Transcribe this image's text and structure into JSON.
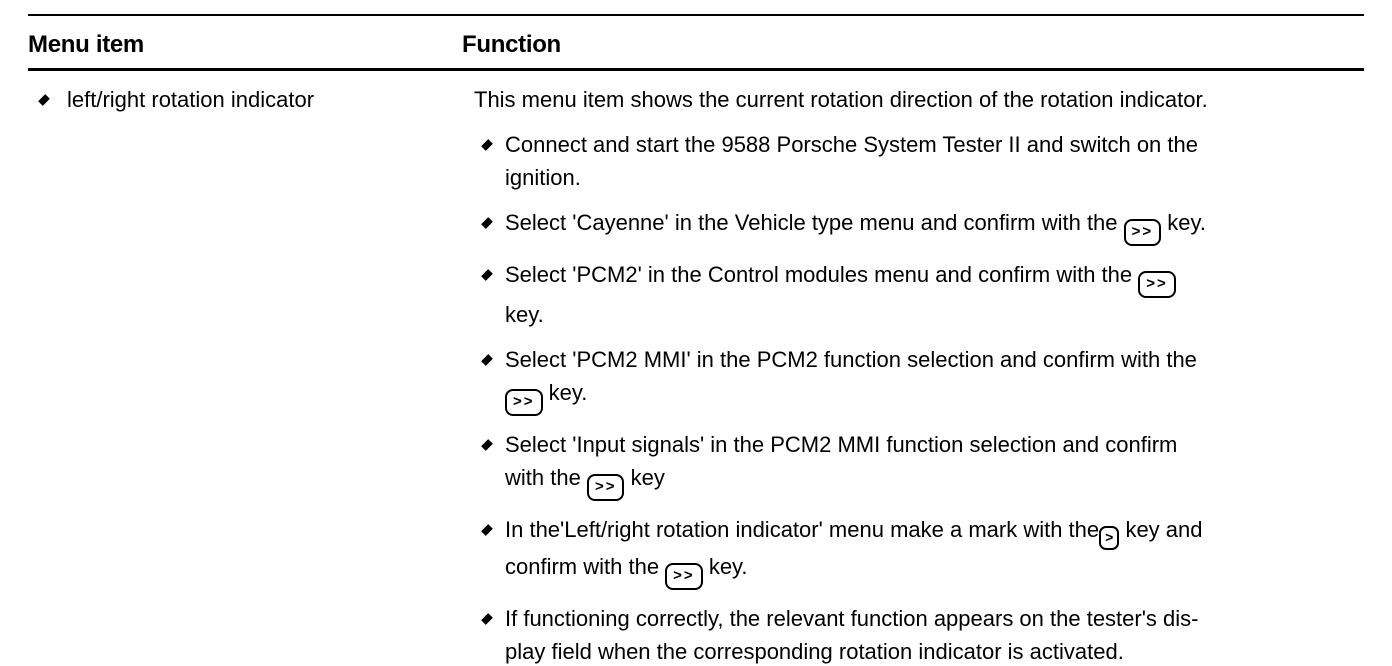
{
  "document": {
    "colors": {
      "background": "#ffffff",
      "text": "#000000",
      "rule": "#000000"
    },
    "header": {
      "col1": "Menu item",
      "col2": "Function"
    },
    "menu_item": {
      "label": "left/right rotation indicator"
    },
    "function": {
      "intro": "This menu item shows the current rotation direction of the rotation indicator.",
      "steps": [
        {
          "lines": [
            [
              {
                "t": "Connect and start the 9588 Porsche System Tester II and switch on the"
              }
            ],
            [
              {
                "t": "ignition."
              }
            ]
          ]
        },
        {
          "lines": [
            [
              {
                "t": "Select 'Cayenne' in the Vehicle type menu and confirm with the "
              },
              {
                "key": ">>"
              },
              {
                "t": " key."
              }
            ]
          ]
        },
        {
          "lines": [
            [
              {
                "t": "Select 'PCM2' in the Control modules menu and confirm with the "
              },
              {
                "key": ">>"
              }
            ],
            [
              {
                "t": "key."
              }
            ]
          ]
        },
        {
          "lines": [
            [
              {
                "t": "Select 'PCM2 MMI' in the PCM2 function selection and confirm with the"
              }
            ],
            [
              {
                "key": ">>"
              },
              {
                "t": " key."
              }
            ]
          ]
        },
        {
          "lines": [
            [
              {
                "t": "Select 'Input signals' in the PCM2 MMI function selection and confirm"
              }
            ],
            [
              {
                "t": "with the "
              },
              {
                "key": ">>"
              },
              {
                "t": " key"
              }
            ]
          ]
        },
        {
          "lines": [
            [
              {
                "t": "In the'Left/right rotation indicator' menu make a mark with the"
              },
              {
                "key": ">",
                "small": true
              },
              {
                "t": " key and"
              }
            ],
            [
              {
                "t": "confirm with the "
              },
              {
                "key": ">>"
              },
              {
                "t": " key."
              }
            ]
          ]
        },
        {
          "lines": [
            [
              {
                "t": "If functioning correctly, the relevant function appears on the tester's dis-"
              }
            ],
            [
              {
                "t": "play field when the corresponding rotation indicator is activated."
              }
            ]
          ]
        }
      ]
    }
  }
}
